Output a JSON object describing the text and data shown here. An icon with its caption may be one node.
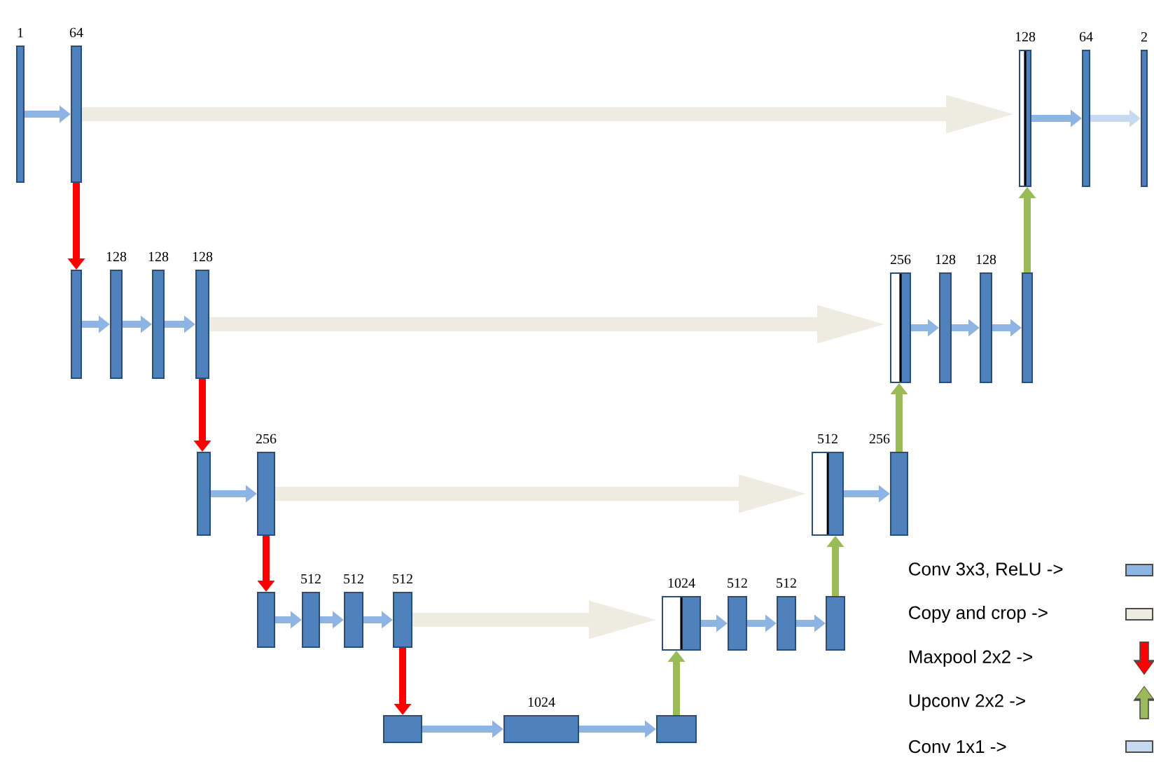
{
  "diagram": {
    "nodes": [
      {
        "text": [],
        "shape": "bar",
        "beside": [
          "1"
        ]
      },
      {
        "text": [],
        "shape": "bar",
        "beside": [
          "64"
        ]
      },
      {
        "text": [],
        "shape": "bar"
      },
      {
        "text": [],
        "shape": "bar",
        "beside": [
          "128"
        ]
      },
      {
        "text": [],
        "shape": "bar",
        "beside": [
          "128"
        ]
      },
      {
        "text": [],
        "shape": "bar",
        "beside": [
          "128"
        ]
      },
      {
        "text": [],
        "shape": "bar"
      },
      {
        "text": [],
        "shape": "bar",
        "beside": [
          "256"
        ]
      },
      {
        "text": [],
        "shape": "bar"
      },
      {
        "text": [],
        "shape": "bar",
        "beside": [
          "512"
        ]
      },
      {
        "text": [],
        "shape": "bar",
        "beside": [
          "512"
        ]
      },
      {
        "text": [],
        "shape": "bar",
        "beside": [
          "512"
        ]
      },
      {
        "text": [],
        "shape": "bar"
      },
      {
        "text": [],
        "shape": "bar",
        "beside": [
          "1024"
        ]
      },
      {
        "text": [],
        "shape": "bar"
      },
      {
        "text": [],
        "shape": "bar",
        "beside": [
          "1024"
        ]
      },
      {
        "text": [],
        "shape": "bar",
        "beside": [
          "512"
        ]
      },
      {
        "text": [],
        "shape": "bar",
        "beside": [
          "512"
        ]
      },
      {
        "text": [],
        "shape": "bar"
      },
      {
        "text": [],
        "shape": "bar",
        "beside": [
          "512"
        ]
      },
      {
        "text": [],
        "shape": "bar",
        "beside": [
          "256"
        ]
      },
      {
        "text": [],
        "shape": "bar",
        "beside": [
          "256"
        ]
      },
      {
        "text": [],
        "shape": "bar",
        "beside": [
          "128"
        ]
      },
      {
        "text": [],
        "shape": "bar",
        "beside": [
          "128"
        ]
      },
      {
        "text": [],
        "shape": "bar"
      },
      {
        "text": [],
        "shape": "bar",
        "beside": [
          "128"
        ]
      },
      {
        "text": [],
        "shape": "bar",
        "beside": [
          "64"
        ]
      },
      {
        "text": [],
        "shape": "bar",
        "beside": [
          "2"
        ]
      }
    ],
    "edges": [
      {
        "from": 0,
        "to": 1,
        "arrow": "to"
      },
      {
        "from": 1,
        "to": 2,
        "arrow": "to",
        "color": "#ff0000"
      },
      {
        "from": 1,
        "to": 25,
        "arrow": "to",
        "style": "thick",
        "color": "#eeece1"
      },
      {
        "from": 2,
        "to": 3,
        "arrow": "to"
      },
      {
        "from": 3,
        "to": 4,
        "arrow": "to"
      },
      {
        "from": 4,
        "to": 5,
        "arrow": "to"
      },
      {
        "from": 5,
        "to": 6,
        "arrow": "to",
        "color": "#ff0000"
      },
      {
        "from": 5,
        "to": 21,
        "arrow": "to",
        "style": "thick",
        "color": "#eeece1"
      },
      {
        "from": 6,
        "to": 7,
        "arrow": "to"
      },
      {
        "from": 7,
        "to": 8,
        "arrow": "to",
        "color": "#ff0000"
      },
      {
        "from": 7,
        "to": 19,
        "arrow": "to",
        "style": "thick",
        "color": "#eeece1"
      },
      {
        "from": 8,
        "to": 9,
        "arrow": "to"
      },
      {
        "from": 9,
        "to": 10,
        "arrow": "to"
      },
      {
        "from": 10,
        "to": 11,
        "arrow": "to"
      },
      {
        "from": 11,
        "to": 12,
        "arrow": "to",
        "color": "#ff0000"
      },
      {
        "from": 11,
        "to": 15,
        "arrow": "to",
        "style": "thick",
        "color": "#eeece1"
      },
      {
        "from": 12,
        "to": 13,
        "arrow": "to"
      },
      {
        "from": 13,
        "to": 14,
        "arrow": "to"
      },
      {
        "from": 14,
        "to": 15,
        "arrow": "to",
        "color": "#9bbb59"
      },
      {
        "from": 15,
        "to": 16,
        "arrow": "to"
      },
      {
        "from": 16,
        "to": 17,
        "arrow": "to"
      },
      {
        "from": 17,
        "to": 18,
        "arrow": "to"
      },
      {
        "from": 18,
        "to": 19,
        "arrow": "to",
        "color": "#9bbb59"
      },
      {
        "from": 19,
        "to": 20,
        "arrow": "to"
      },
      {
        "from": 20,
        "to": 21,
        "arrow": "to",
        "color": "#9bbb59"
      },
      {
        "from": 21,
        "to": 22,
        "arrow": "to"
      },
      {
        "from": 22,
        "to": 23,
        "arrow": "to"
      },
      {
        "from": 23,
        "to": 24,
        "arrow": "to"
      },
      {
        "from": 24,
        "to": 25,
        "arrow": "to",
        "color": "#9bbb59"
      },
      {
        "from": 25,
        "to": 26,
        "arrow": "to"
      },
      {
        "from": 26,
        "to": 27,
        "arrow": "to",
        "color": "#c6d9f1"
      }
    ],
    "legend": [
      {
        "text": "Conv 3x3, ReLU ->",
        "color": "#8eb4e3"
      },
      {
        "text": "Copy and crop ->",
        "color": "#eeece1"
      },
      {
        "text": "Maxpool 2x2 ->"
      },
      {
        "text": "Upconv 2x2 ->"
      },
      {
        "text": "Conv 1x1 ->",
        "color": "#c6d9f1"
      }
    ]
  }
}
